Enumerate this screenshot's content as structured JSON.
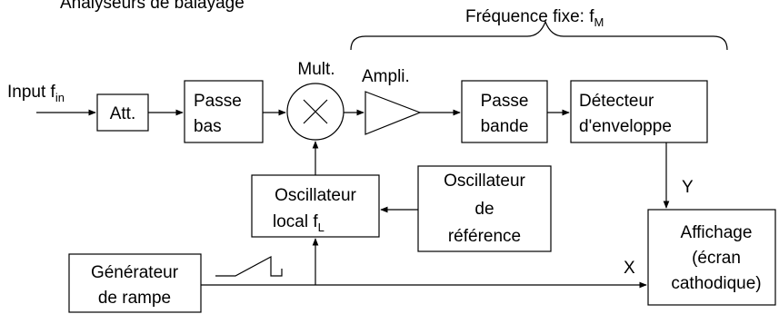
{
  "title_partial": "Analyseurs de balayage",
  "brace_label": {
    "text": "Fréquence fixe: f",
    "sub": "M"
  },
  "input_label": {
    "text": "Input f",
    "sub": "in"
  },
  "mult_label": "Mult.",
  "ampli_label": "Ampli.",
  "blocks": {
    "att": [
      "Att."
    ],
    "passe_bas": [
      "Passe",
      "bas"
    ],
    "passe_bande": [
      "Passe",
      "bande"
    ],
    "detecteur": [
      "Détecteur",
      "d'enveloppe"
    ],
    "osc_local": {
      "line1": "Oscillateur",
      "line2": "local f",
      "sub": "L"
    },
    "osc_ref": [
      "Oscillateur",
      "de",
      "référence"
    ],
    "affichage": [
      "Affichage",
      "(écran",
      "cathodique)"
    ],
    "generateur": [
      "Générateur",
      "de rampe"
    ]
  },
  "signal_labels": {
    "y": "Y",
    "x": "X"
  }
}
